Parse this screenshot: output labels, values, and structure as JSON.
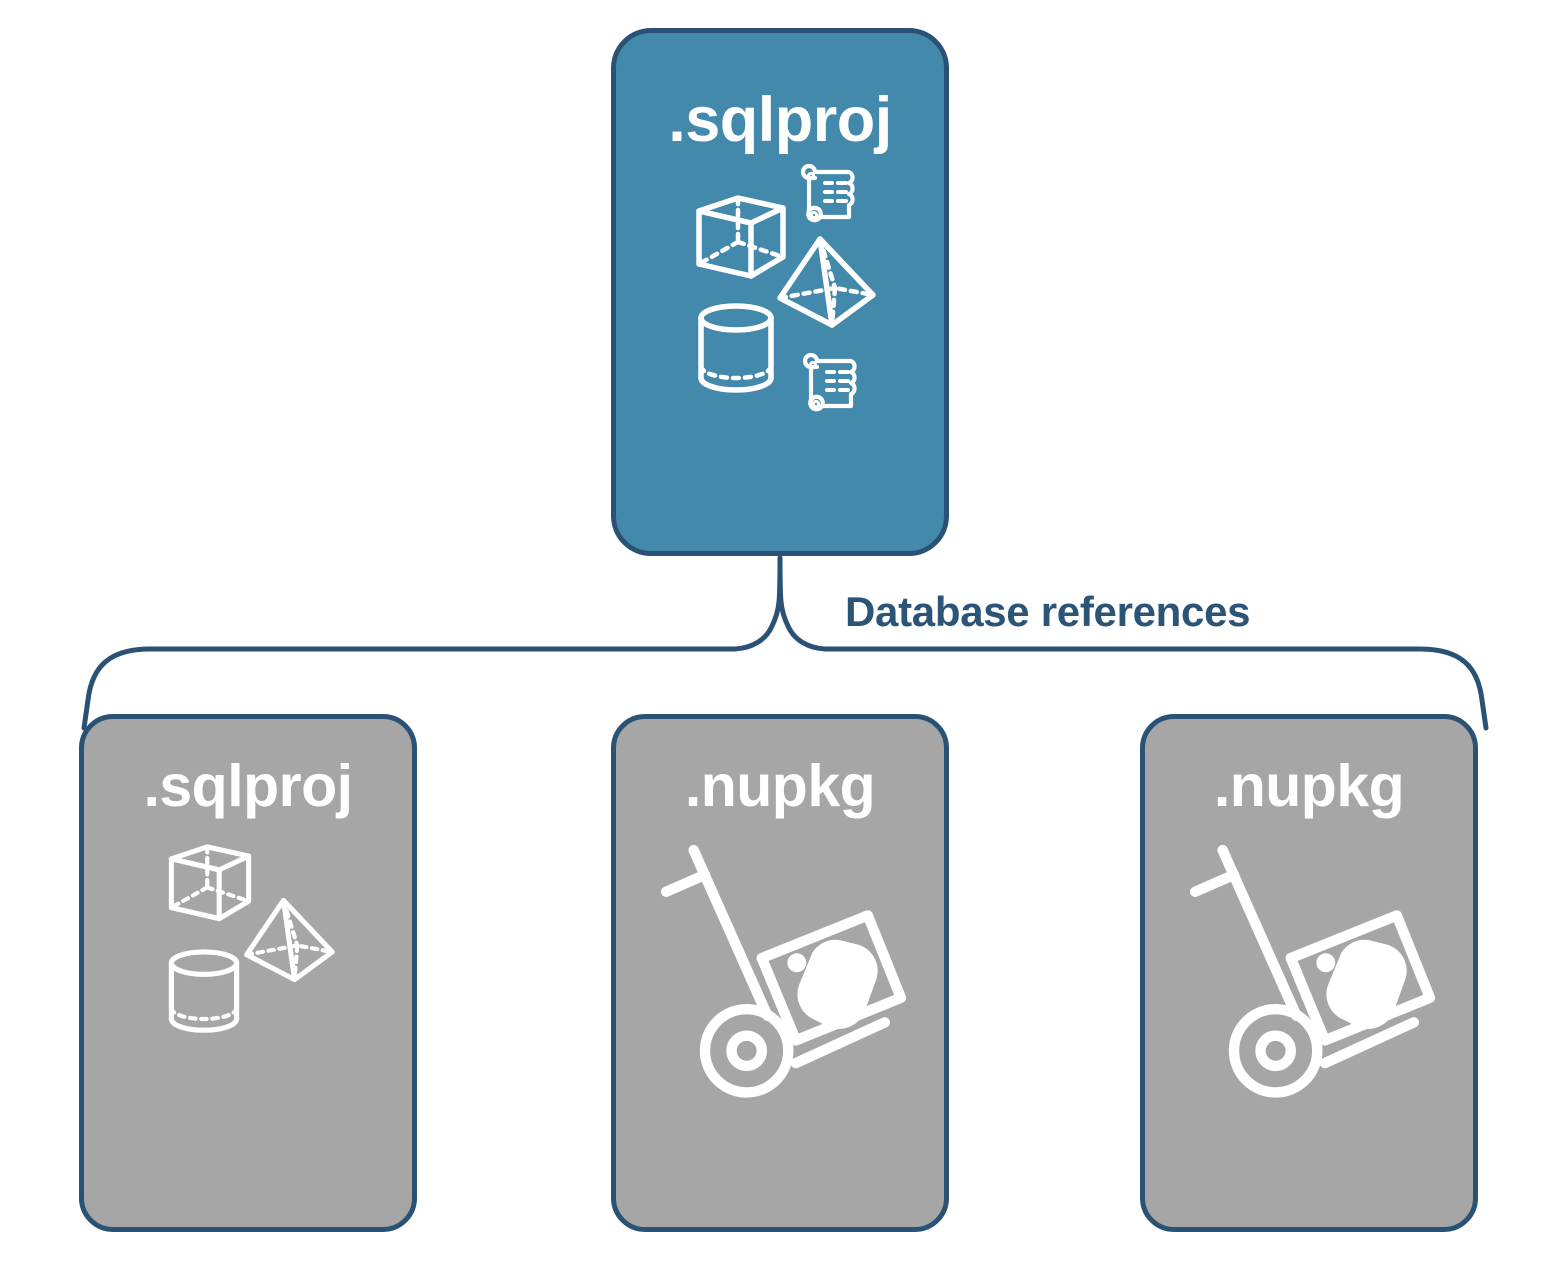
{
  "diagram": {
    "title_text": "Database references",
    "colors": {
      "parent_fill": "#4289ab",
      "child_fill": "#a6a6a6",
      "border": "#2a5274",
      "label_text": "#2c5476",
      "icon_stroke": "#ffffff",
      "background": "#ffffff"
    },
    "parent": {
      "label": ".sqlproj",
      "icons": [
        "cube-icon",
        "scroll-icon",
        "pyramid-icon",
        "cylinder-icon",
        "scroll-icon"
      ]
    },
    "connector": {
      "label": "Database references",
      "type": "curly-brace",
      "branches": 3
    },
    "children": [
      {
        "label": ".sqlproj",
        "icons": [
          "cube-icon",
          "pyramid-icon",
          "cylinder-icon"
        ]
      },
      {
        "label": ".nupkg",
        "icons": [
          "hand-truck-package-icon"
        ]
      },
      {
        "label": ".nupkg",
        "icons": [
          "hand-truck-package-icon"
        ]
      }
    ]
  }
}
